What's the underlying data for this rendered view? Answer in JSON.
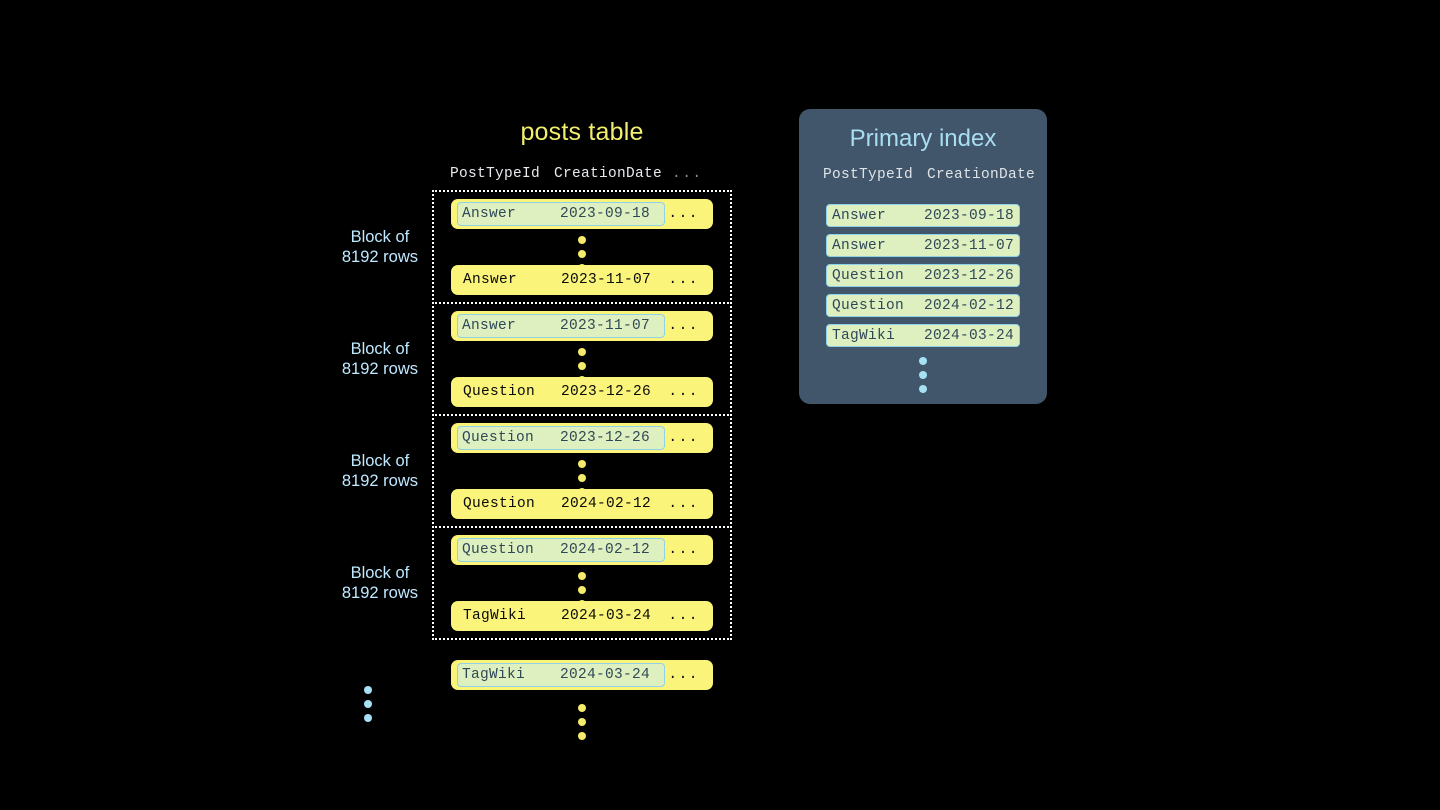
{
  "posts_table": {
    "title": "posts table",
    "columns": {
      "post_type_id": "PostTypeId",
      "creation_date": "CreationDate",
      "more": "..."
    },
    "blocks": [
      {
        "label_line1": "Block of",
        "label_line2": "8192 rows",
        "first_row": {
          "post_type_id": "Answer",
          "creation_date": "2023-09-18",
          "more": "...",
          "marked": true
        },
        "last_row": {
          "post_type_id": "Answer",
          "creation_date": "2023-11-07",
          "more": "...",
          "marked": false
        }
      },
      {
        "label_line1": "Block of",
        "label_line2": "8192 rows",
        "first_row": {
          "post_type_id": "Answer",
          "creation_date": "2023-11-07",
          "more": "...",
          "marked": true
        },
        "last_row": {
          "post_type_id": "Question",
          "creation_date": "2023-12-26",
          "more": "...",
          "marked": false
        }
      },
      {
        "label_line1": "Block of",
        "label_line2": "8192 rows",
        "first_row": {
          "post_type_id": "Question",
          "creation_date": "2023-12-26",
          "more": "...",
          "marked": true
        },
        "last_row": {
          "post_type_id": "Question",
          "creation_date": "2024-02-12",
          "more": "...",
          "marked": false
        }
      },
      {
        "label_line1": "Block of",
        "label_line2": "8192 rows",
        "first_row": {
          "post_type_id": "Question",
          "creation_date": "2024-02-12",
          "more": "...",
          "marked": true
        },
        "last_row": {
          "post_type_id": "TagWiki",
          "creation_date": "2024-03-24",
          "more": "...",
          "marked": false
        }
      }
    ],
    "trailing_row": {
      "post_type_id": "TagWiki",
      "creation_date": "2024-03-24",
      "more": "...",
      "marked": true
    }
  },
  "primary_index": {
    "title": "Primary index",
    "columns": {
      "post_type_id": "PostTypeId",
      "creation_date": "CreationDate"
    },
    "rows": [
      {
        "post_type_id": "Answer",
        "creation_date": "2023-09-18"
      },
      {
        "post_type_id": "Answer",
        "creation_date": "2023-11-07"
      },
      {
        "post_type_id": "Question",
        "creation_date": "2023-12-26"
      },
      {
        "post_type_id": "Question",
        "creation_date": "2024-02-12"
      },
      {
        "post_type_id": "TagWiki",
        "creation_date": "2024-03-24"
      }
    ]
  },
  "colors": {
    "background": "#000000",
    "row_yellow": "#fbf47a",
    "marked_green": "#dff0c0",
    "marked_border": "#8fd2e8",
    "title_yellow": "#f2ef6e",
    "label_blue": "#bfe9ff",
    "panel_slate": "#41566a",
    "index_title_blue": "#a9ddf2",
    "dot_yellow": "#f4ec6a",
    "dot_blue": "#a6e1f4"
  }
}
